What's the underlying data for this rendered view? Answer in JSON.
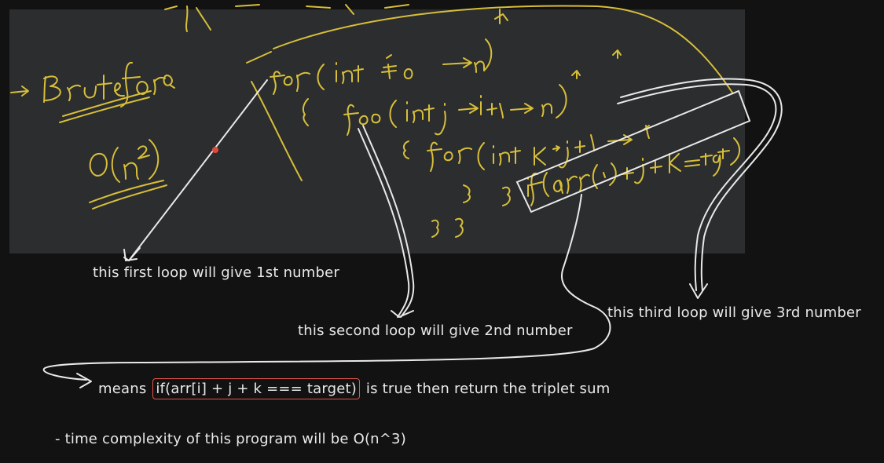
{
  "colors": {
    "background": "#121212",
    "panel": "#2b2d2e",
    "yellow_ink": "#d8bf3a",
    "white_ink": "#e9e9e9",
    "highlight_box": "#e5534b",
    "pointer_dot": "#e04a3a"
  },
  "handwritten": {
    "brute_force": "Brute force",
    "complexity": "O(n²)",
    "loop1": "for ( int i=0 → n)",
    "loop2": "for ( int j → i+1 → n)",
    "loop3": "for ( int k → j+1 → n)",
    "condition": "if(arr(i) + j + k == target)",
    "braces_open": "{",
    "braces_close": "} }",
    "n_mark": "n"
  },
  "notes": {
    "first": "this first loop will give 1st number",
    "second": "this second loop will give 2nd number",
    "third": "this third loop will give 3rd number",
    "means_prefix": "means",
    "means_code": "if(arr[i] + j + k === target)",
    "means_suffix": "is true then return the triplet sum",
    "time": "- time complexity of this program will be O(n^3)"
  }
}
